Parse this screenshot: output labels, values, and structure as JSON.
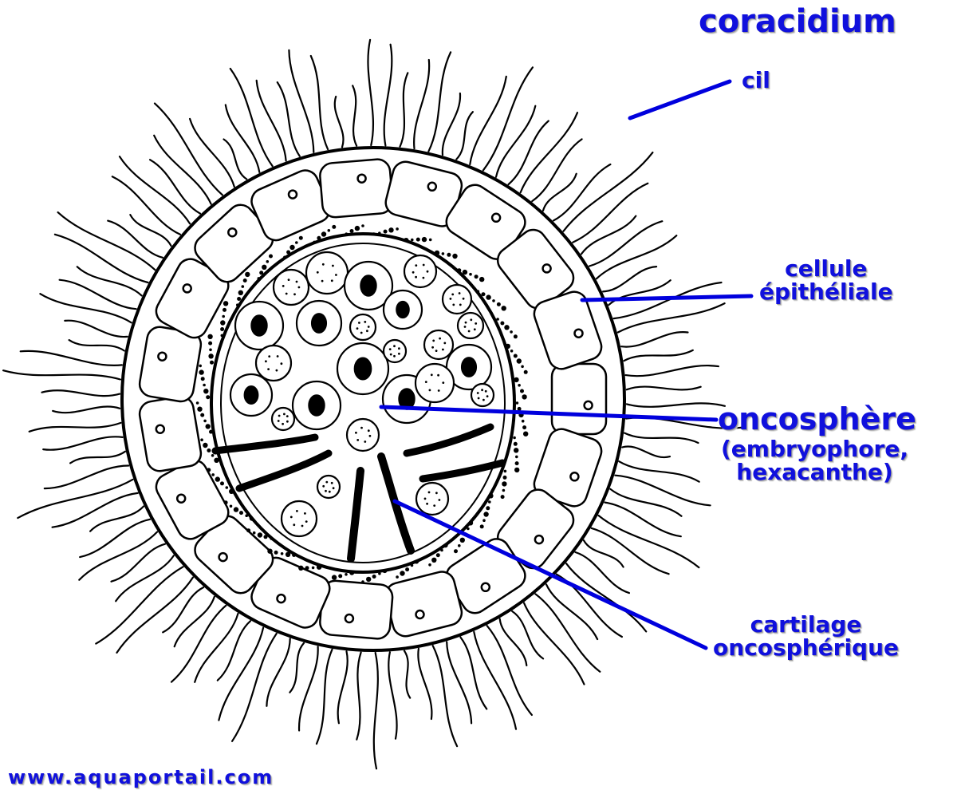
{
  "title": "coracidium",
  "labels": {
    "cil": "cil",
    "cellule_line1": "cellule",
    "cellule_line2": "épithéliale",
    "oncosphere": "oncosphère",
    "oncosphere_sub_line1": "(embryophore,",
    "oncosphere_sub_line2": "hexacanthe)",
    "cartilage_line1": "cartilage",
    "cartilage_line2": "oncosphérique"
  },
  "watermark": "www.aquaportail.com",
  "colors": {
    "label": "#1010dd",
    "leader_line": "#0000dd",
    "drawing": "#000000",
    "background": "#ffffff"
  }
}
